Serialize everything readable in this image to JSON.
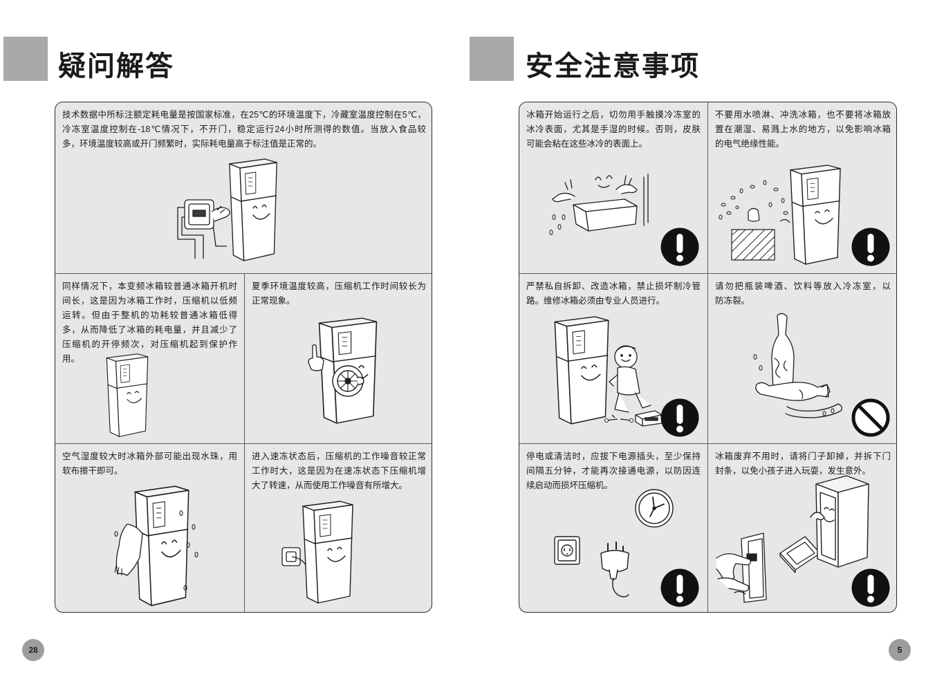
{
  "colors": {
    "title_block": "#a9a9ab",
    "panel_background": "#e7e7e8",
    "page_number_circle": "#9d9d9d",
    "warning_icon": "#111111"
  },
  "left_page": {
    "title": "疑问解答",
    "page_number": "28",
    "sections": [
      {
        "lines": [
          "技术数据中所标注额定耗电量是按国家标准，在25℃的环境温度下，冷藏室温度控制在5℃，",
          "冷冻室温度控制在-18℃情况下，不开门，稳定运行24小时所测得的数值。当放入食品较",
          "多，环境温度较高或开门频繁时，实际耗电量高于标注值是正常的。"
        ]
      },
      {
        "lines": [
          "同样情况下，本变频冰箱较普通冰箱开机时",
          "间长，这是因为冰箱工作时，压缩机以低频",
          "运转。但由于整机的功耗较普通冰箱低得",
          "多，从而降低了冰箱的耗电量，并且减少了",
          "压缩机的开停频次，对压缩机起到保护作",
          "用。"
        ]
      },
      {
        "lines": [
          "夏季环境温度较高，压缩机工作时间较长为",
          "正常现象。"
        ]
      },
      {
        "lines": [
          "空气湿度较大时冰箱外部可能出现水珠，用",
          "软布擦干即可。"
        ]
      },
      {
        "lines": [
          "进入速冻状态后，压缩机的工作噪音较正常",
          "工作时大，这是因为在速冻状态下压缩机增",
          "大了转速，从而使用工作噪音有所增大。"
        ]
      }
    ]
  },
  "right_page": {
    "title": "安全注意事项",
    "page_number": "5",
    "sections": [
      {
        "icon": "warning-exclamation-icon",
        "lines": [
          "冰箱开始运行之后，切勿用手触摸冷冻室的",
          "冰冷表面，尤其是手湿的时候。否则，皮肤",
          "可能会粘在这些冰冷的表面上。"
        ]
      },
      {
        "icon": "warning-exclamation-icon",
        "lines": [
          "不要用水喷淋、冲洗冰箱，也不要将冰箱放",
          "置在潮湿、易溅上水的地方，以免影响冰箱",
          "的电气绝缘性能。"
        ]
      },
      {
        "icon": "warning-exclamation-icon",
        "lines": [
          "严禁私自拆卸、改造冰箱，禁止损坏制冷管",
          "路。维修冰箱必须由专业人员进行。"
        ]
      },
      {
        "icon": "prohibition-icon",
        "lines": [
          "请勿把瓶装啤酒、饮料等放入冷冻室，以",
          "防冻裂。"
        ]
      },
      {
        "icon": "warning-exclamation-icon",
        "lines": [
          "停电或清洁时，应拔下电源插头，至少保持",
          "间隔五分钟，才能再次接通电源，以防因连",
          "续启动而损坏压缩机。"
        ]
      },
      {
        "icon": "warning-exclamation-icon",
        "lines": [
          "冰箱废弃不用时，请将门子卸掉，并拆下门",
          "封条，以免小孩子进入玩耍，发生意外。"
        ]
      }
    ]
  }
}
